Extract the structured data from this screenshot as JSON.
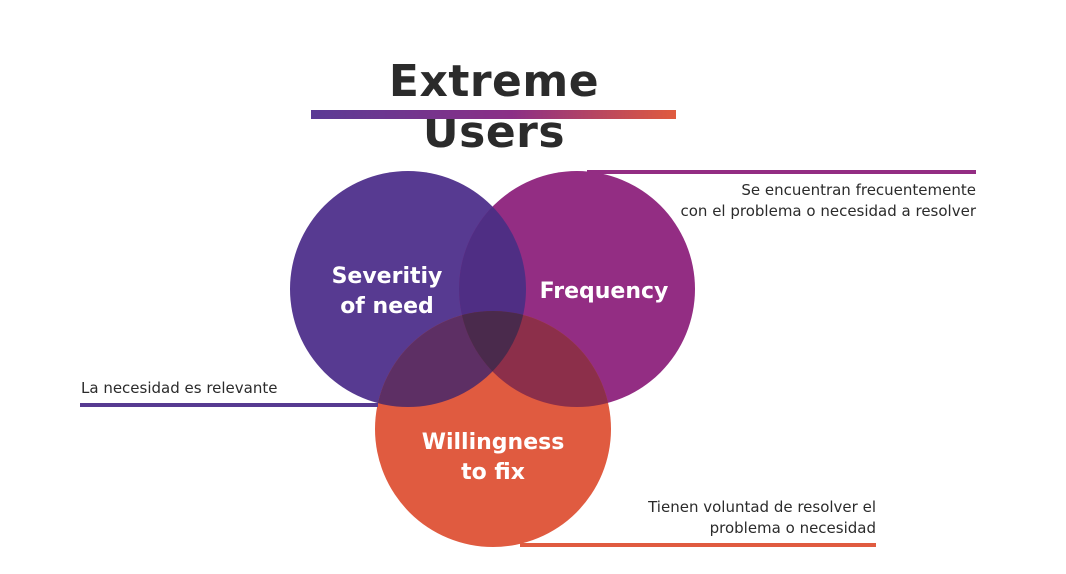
{
  "title": "Extreme Users",
  "circles": {
    "severity": {
      "line1": "Severitiy",
      "line2": "of need",
      "color": "#573a91"
    },
    "frequency": {
      "line1": "Frequency",
      "color": "#932d83"
    },
    "willingness": {
      "line1": "Willingness",
      "line2": "to fix",
      "color": "#e05b40"
    }
  },
  "overlap_colors": {
    "severity_frequency": "#4f2e84",
    "severity_willingness": "#5d2f64",
    "frequency_willingness": "#8c2f4a",
    "all": "#4a2a4c"
  },
  "notes": {
    "frequency_line1": "Se encuentran frecuentemente",
    "frequency_line2": "con el problema o necesidad a resolver",
    "severity_line1": "La necesidad es relevante",
    "willingness_line1": "Tienen voluntad de resolver el",
    "willingness_line2": "problema o necesidad"
  },
  "line_colors": {
    "title_start": "#5a3b95",
    "title_end": "#e05b3e",
    "frequency": "#932d83",
    "severity": "#573a91",
    "willingness": "#e05b40"
  }
}
